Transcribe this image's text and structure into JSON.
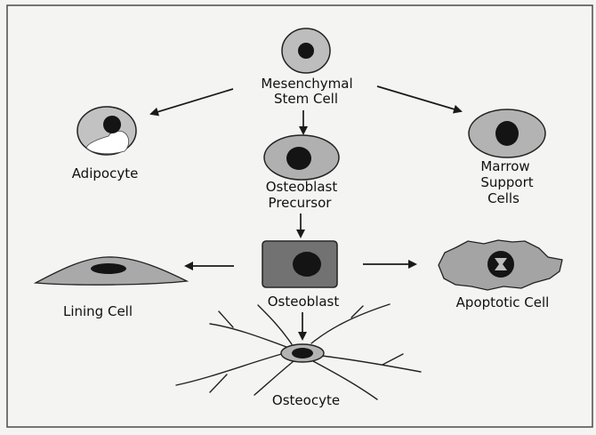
{
  "diagram": {
    "nodes": {
      "mesenchymal": {
        "line1": "Mesenchymal",
        "line2": "Stem Cell"
      },
      "adipocyte": {
        "label": "Adipocyte"
      },
      "marrow": {
        "line1": "Marrow",
        "line2": "Support",
        "line3": "Cells"
      },
      "precursor": {
        "line1": "Osteoblast",
        "line2": "Precursor"
      },
      "osteoblast": {
        "label": "Osteoblast"
      },
      "lining": {
        "label": "Lining Cell"
      },
      "apoptotic": {
        "label": "Apoptotic Cell"
      },
      "osteocyte": {
        "label": "Osteocyte"
      }
    },
    "edges": [
      {
        "from": "Mesenchymal Stem Cell",
        "to": "Adipocyte"
      },
      {
        "from": "Mesenchymal Stem Cell",
        "to": "Marrow Support Cells"
      },
      {
        "from": "Mesenchymal Stem Cell",
        "to": "Osteoblast Precursor"
      },
      {
        "from": "Osteoblast Precursor",
        "to": "Osteoblast"
      },
      {
        "from": "Osteoblast",
        "to": "Lining Cell"
      },
      {
        "from": "Osteoblast",
        "to": "Apoptotic Cell"
      },
      {
        "from": "Osteoblast",
        "to": "Osteocyte"
      }
    ],
    "colors": {
      "cytoplasm": "#b5b5b5",
      "nucleus": "#141414",
      "outline": "#222222",
      "background": "#f4f4f2"
    }
  }
}
